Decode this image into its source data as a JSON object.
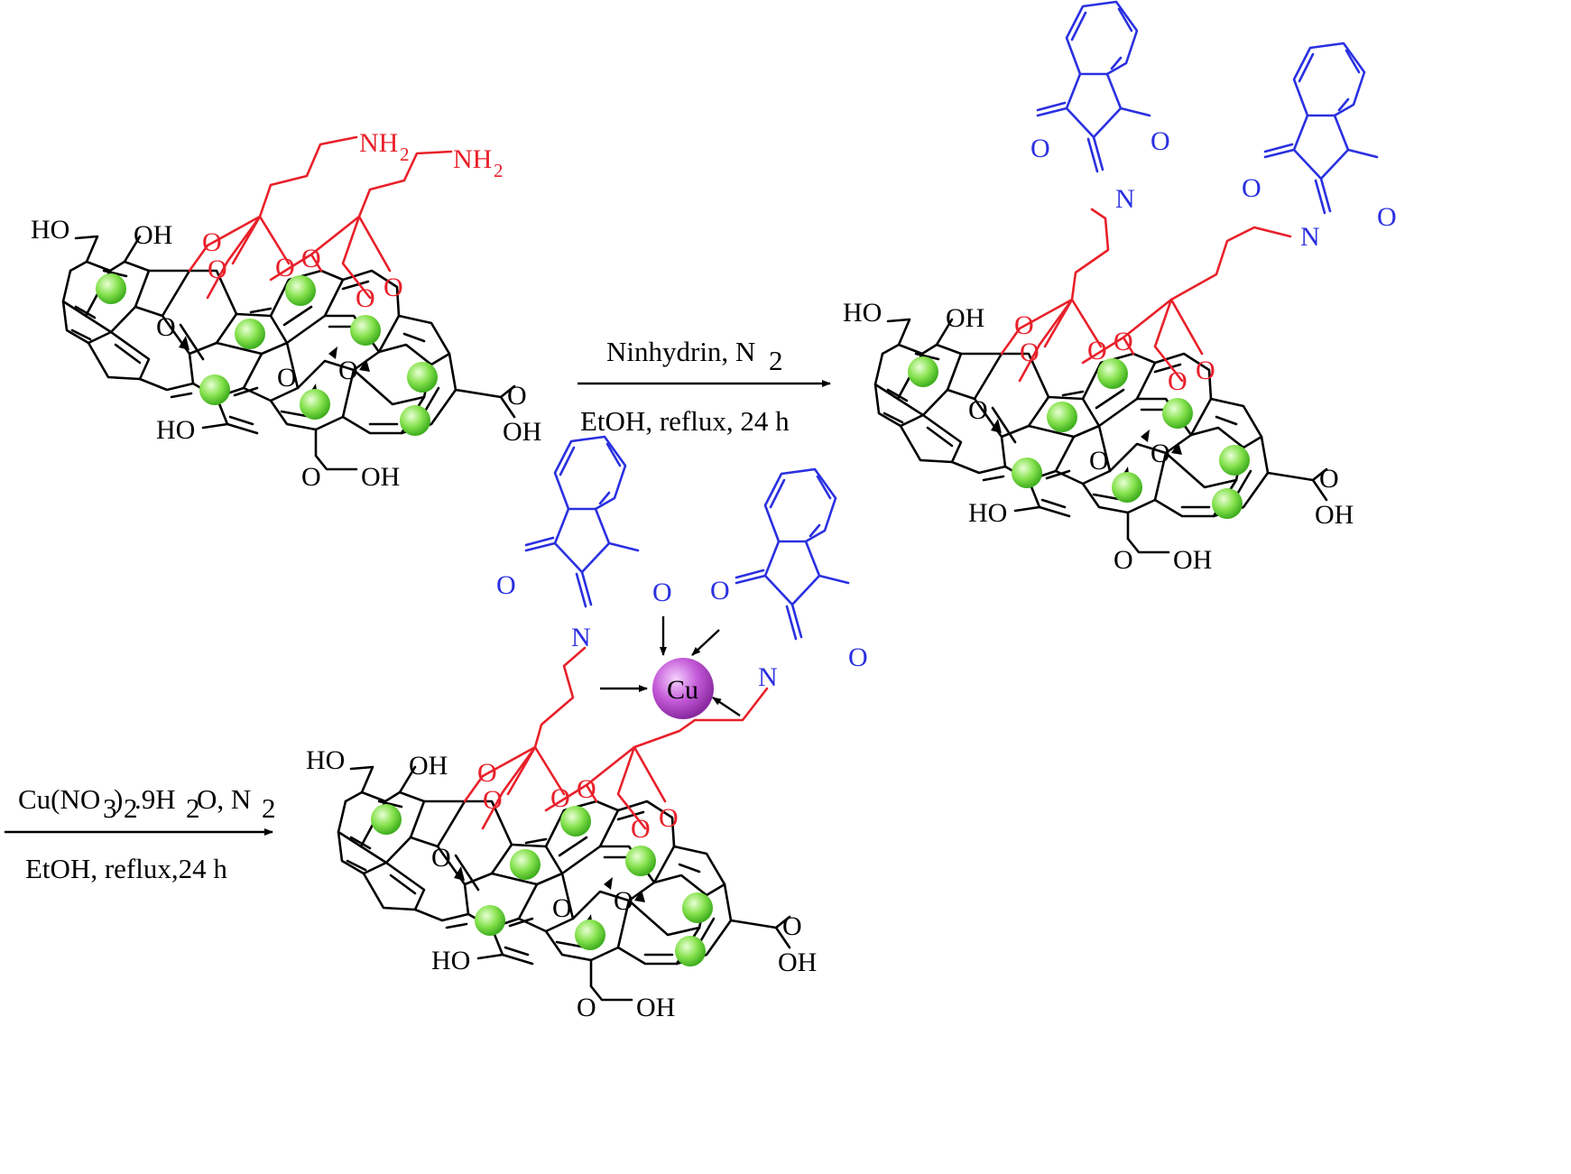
{
  "colors": {
    "sheet": "#000000",
    "linker": "#e8202a",
    "ninhydrin": "#2a30e0",
    "particle": "#7fe04a",
    "copper": "#c45ad8"
  },
  "labels": {
    "hydroxyl": "HO",
    "hydroxyl_alt": "OH",
    "oxygen": "O",
    "nitrogen": "N",
    "amine": "NH",
    "amine_sub": "2",
    "metal": "Cu"
  },
  "step1": {
    "reagent_main": "Ninhydrin, N",
    "reagent_sub": "2",
    "conditions": "EtOH, reflux, 24 h"
  },
  "step2": {
    "reagent_a": "Cu(NO",
    "reagent_b": "3",
    "reagent_c": ")",
    "reagent_d": "2",
    "reagent_e": ".9H",
    "reagent_f": "2",
    "reagent_g": "O, N",
    "reagent_h": "2",
    "conditions": "EtOH, reflux,24 h"
  }
}
